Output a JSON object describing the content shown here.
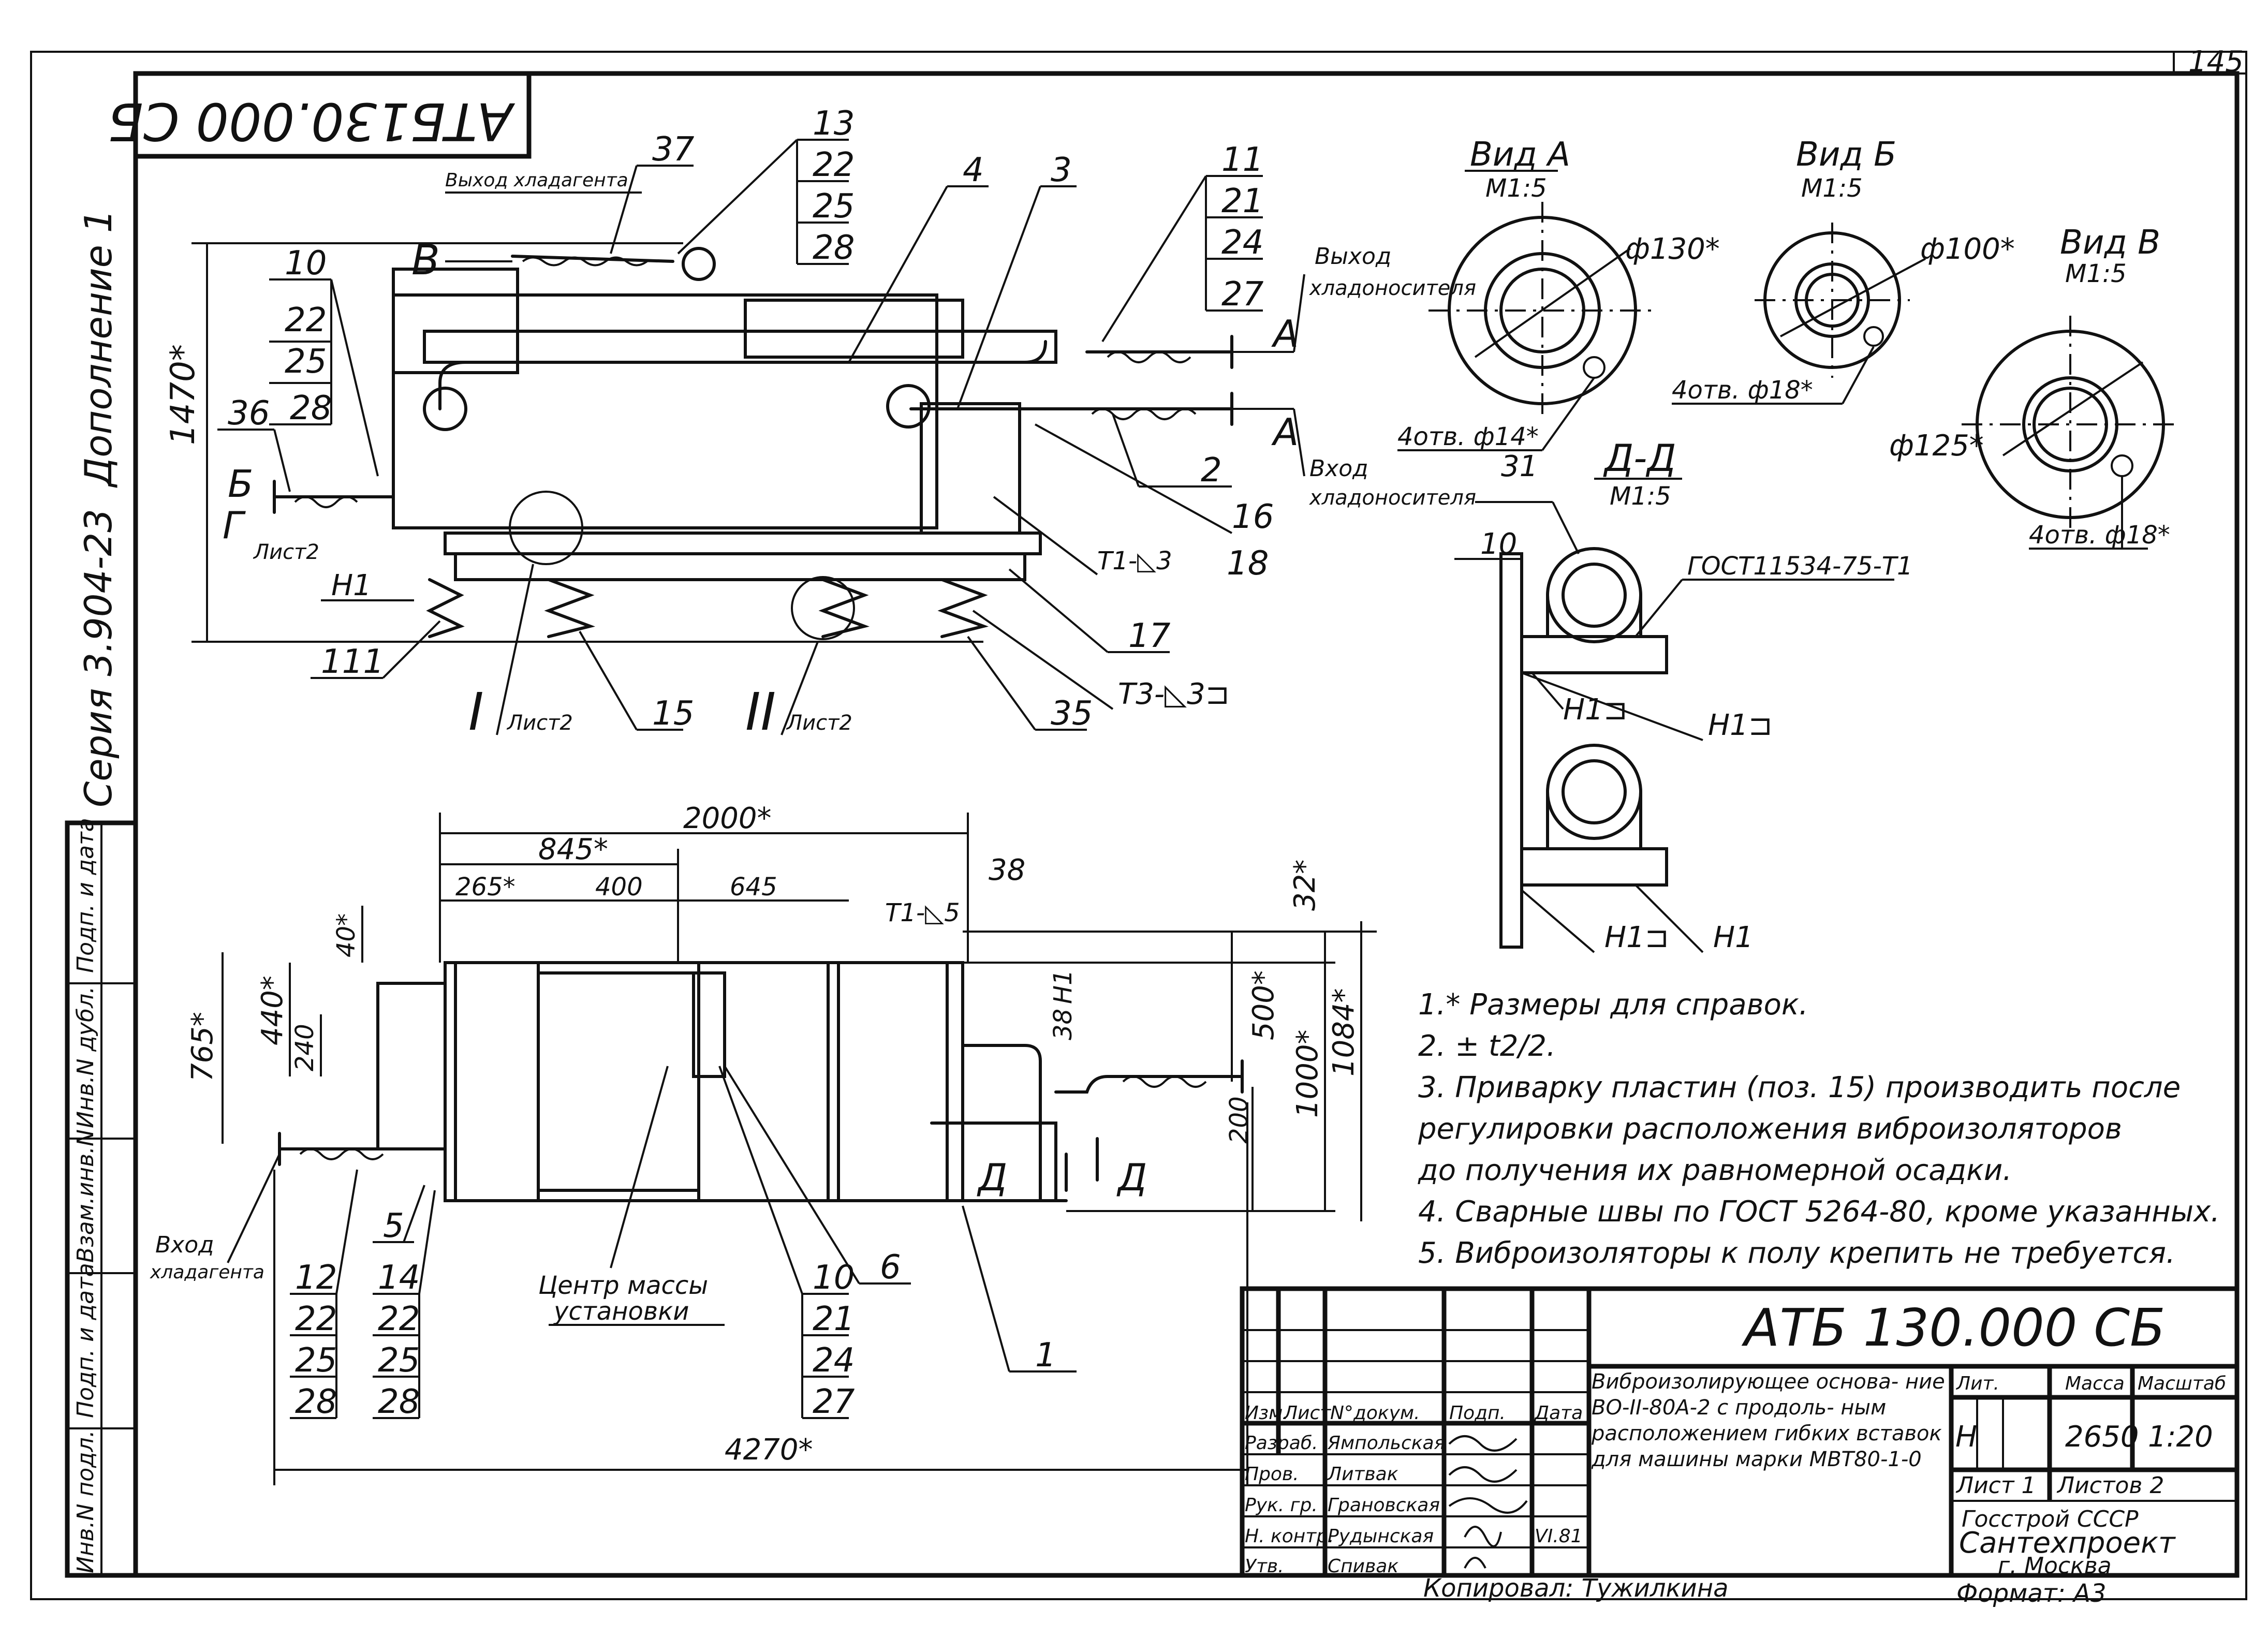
{
  "sheet": {
    "page_number": "145",
    "doc_code_rotated": "АТБ130.000 СБ",
    "supplement": "Дополнение 1",
    "series": "Серия 3.904-23",
    "format": "Формат: А3",
    "copied": "Копировал: Тужилкина"
  },
  "side_stamp": [
    "Инв.N подл.",
    "Подп. и дата",
    "Взам.инв.N",
    "Инв.N дубл.",
    "Подп. и дата"
  ],
  "title_block": {
    "designation": "АТБ 130.000 СБ",
    "name": "Виброизолирующее основа- ние ВО-II-80А-2 с продоль- ным расположением гибких вставок для машины марки МВТ80-1-0",
    "head": [
      "Изм.",
      "Лист",
      "N°докум.",
      "Подп.",
      "Дата"
    ],
    "rows": [
      {
        "role": "Разраб.",
        "name": "Ямпольская"
      },
      {
        "role": "Пров.",
        "name": "Литвак"
      },
      {
        "role": "Рук. гр.",
        "name": "Грановская"
      },
      {
        "role": "Н. контр.",
        "name": "Рудынская",
        "date": "VI.81"
      },
      {
        "role": "Утв.",
        "name": "Спивак"
      }
    ],
    "lit_label": "Лит.",
    "lit_value": "Н",
    "mass_label": "Масса",
    "mass_value": "2650",
    "scale_label": "Масштаб",
    "scale_value": "1:20",
    "sheet_label": "Лист 1",
    "sheets_label": "Листов 2",
    "org1": "Госстрой СССР",
    "org2": "Сантехпроект",
    "org3": "г. Москва"
  },
  "notes": [
    "1.* Размеры для справок.",
    "2. ± t2/2.",
    "3. Приварку пластин (поз. 15) производить после",
    "регулировки расположения виброизоляторов",
    "до получения их равномерной осадки.",
    "4. Сварные швы по ГОСТ 5264-80, кроме указанных.",
    "5. Виброизоляторы к полу крепить не требуется."
  ],
  "front_view": {
    "height_dim": "1470*",
    "label_B": "В",
    "label_Bb": "Б",
    "label_G": "Г",
    "list2": "Лист2",
    "coolant_out": "Выход хладагента",
    "refrig_out_1": "Выход",
    "refrig_out_2": "хладоносителя",
    "refrig_in_1": "Вход",
    "refrig_in_2": "хладоносителя",
    "arrow_A": "А",
    "weld_H1": "Н1",
    "weld_T1": "Т1-◺3",
    "weld_T3": "Т3-◺3⊐",
    "callout_I": "I",
    "callout_II": "II",
    "lista": "Лист2",
    "pos": [
      "37",
      "4",
      "3",
      "2",
      "16",
      "18",
      "17",
      "35",
      "15",
      "111",
      "36",
      "28"
    ],
    "stack13": [
      "13",
      "22",
      "25",
      "28"
    ],
    "stack11": [
      "11",
      "21",
      "24",
      "27"
    ],
    "stack10": [
      "10",
      "22",
      "25",
      "28"
    ]
  },
  "plan_view": {
    "dims_top": [
      "2000*",
      "845*",
      "265*",
      "400",
      "645",
      "38"
    ],
    "dims_left": [
      "765*",
      "440*",
      "240",
      "40*"
    ],
    "dims_right": [
      "32*",
      "500*",
      "1000*",
      "1084*",
      "200"
    ],
    "dim_bottom": "4270*",
    "weld_T1": "Т1-◺5",
    "weld_H1": "Н1",
    "mark_38": "38",
    "coolant_in_1": "Вход",
    "coolant_in_2": "хладагента",
    "mass_center_1": "Центр массы",
    "mass_center_2": "установки",
    "section_D": "Д",
    "pos": [
      "5",
      "6",
      "1"
    ],
    "stack12": [
      "12",
      "22",
      "25",
      "28"
    ],
    "stack14": [
      "14",
      "22",
      "25",
      "28"
    ],
    "stack10": [
      "10",
      "21",
      "24",
      "27"
    ]
  },
  "views": {
    "A": {
      "title": "Вид А",
      "scale": "М1:5",
      "dia": "ф130*",
      "holes": "4отв. ф14*"
    },
    "B": {
      "title": "Вид Б",
      "scale": "М1:5",
      "dia": "ф100*",
      "holes": "4отв. ф18*"
    },
    "V": {
      "title": "Вид В",
      "scale": "М1:5",
      "dia": "ф125*",
      "holes": "4отв. ф18*"
    },
    "DD": {
      "title": "Д-Д",
      "scale": "М1:5",
      "gost": "ГОСТ11534-75-Т1",
      "pos31": "31",
      "pos10": "10",
      "H1": "Н1",
      "H1b": "Н1⊐"
    }
  }
}
